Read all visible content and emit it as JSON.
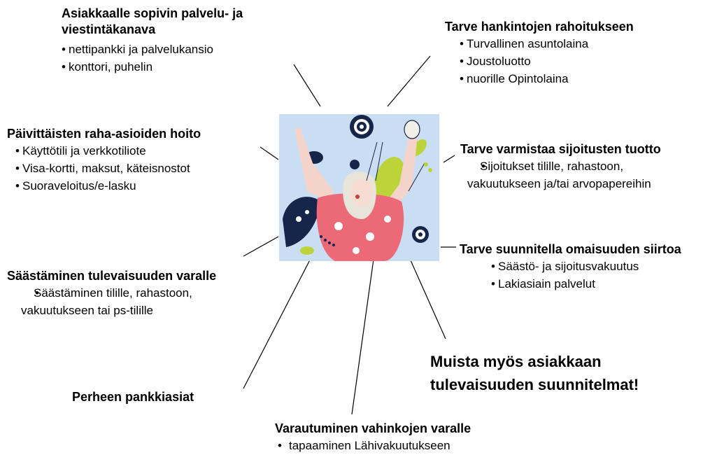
{
  "nodes": {
    "channel": {
      "title": "Asiakkaalle sopivin palvelu- ja viestintäkanava",
      "items": [
        "nettipankki ja palvelukansio",
        "konttori, puhelin"
      ]
    },
    "financing": {
      "title": "Tarve hankintojen rahoitukseen",
      "items": [
        "Turvallinen asuntolaina",
        "Joustoluotto",
        "nuorille Opintolaina"
      ]
    },
    "daily": {
      "title": "Päivittäisten raha-asioiden hoito",
      "items": [
        "Käyttötili ja verkkotiliote",
        "Visa-kortti, maksut, käteisnostot",
        "Suoraveloitus/e-lasku"
      ]
    },
    "returns": {
      "title": "Tarve varmistaa sijoitusten tuotto",
      "items": [
        "Sijoitukset tilille, rahastoon, vakuutukseen ja/tai arvopapereihin"
      ]
    },
    "transfer": {
      "title": "Tarve suunnitella omaisuuden siirtoa",
      "items": [
        "Säästö- ja sijoitusvakuutus",
        "Lakiasiain palvelut"
      ]
    },
    "saving": {
      "title": "Säästäminen tulevaisuuden varalle",
      "items": [
        "Säästäminen tilille, rahastoon, vakuutukseen tai ps-tilille"
      ]
    },
    "family": {
      "title": "Perheen pankkiasiat"
    },
    "insurance": {
      "title": "Varautuminen vahinkojen varalle",
      "items": [
        "tapaaminen Lähivakuutukseen"
      ]
    },
    "reminder": {
      "text": "Muista myös asiakkaan tulevaisuuden suunnitelmat!"
    }
  },
  "bullet": "•",
  "colors": {
    "sky": "#c9def2",
    "navy": "#16264a",
    "pink": "#ec6a78",
    "lime": "#bcd43a",
    "red": "#c93a3a"
  }
}
